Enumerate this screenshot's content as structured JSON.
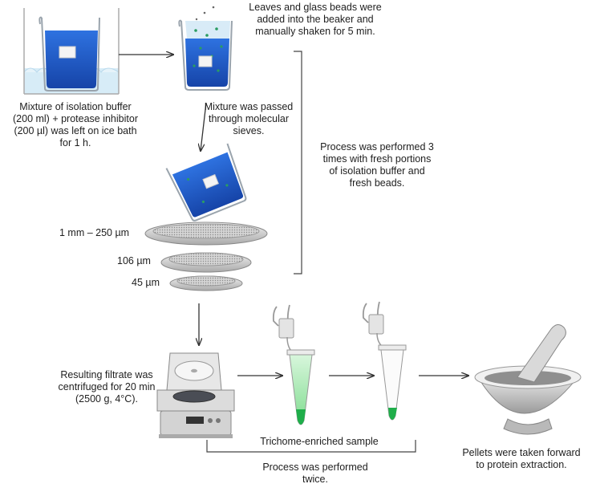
{
  "labels": {
    "step_leaves": [
      "Leaves and glass beads were",
      "added into the beaker and",
      "manually shaken for 5 min."
    ],
    "step_mixture": [
      "Mixture of isolation buffer",
      "(200 ml) + protease inhibitor",
      "(200 µl)  was left on ice bath",
      "for 1 h."
    ],
    "step_sieves": [
      "Mixture was passed",
      "through molecular",
      "sieves."
    ],
    "repeat_three": [
      "Process was performed  3",
      "times with fresh portions",
      "of isolation buffer and",
      "fresh beads."
    ],
    "sieve_sizes": [
      "1 mm – 250 µm",
      "106 µm",
      "45 µm"
    ],
    "step_centrifuge": [
      "Resulting filtrate was",
      "centrifuged for 20 min",
      "(2500 g, 4°C)."
    ],
    "trichome": "Trichome-enriched  sample",
    "repeat_twice": [
      "Process was performed",
      "twice."
    ],
    "step_pellets": [
      "Pellets were taken forward",
      "to protein extraction."
    ]
  },
  "icons": [
    "beaker-ice-bath-icon",
    "beaker-with-beads-icon",
    "tilted-beaker-icon",
    "sieve-stack-icon",
    "centrifuge-icon",
    "microtube-icon",
    "mortar-pestle-icon"
  ],
  "colors": {
    "liquid": "#1f57c2",
    "ice": "#cfe6f4",
    "green_sample": "#3cc86a",
    "metal": "#c8c8c8",
    "arrow": "#333333"
  }
}
